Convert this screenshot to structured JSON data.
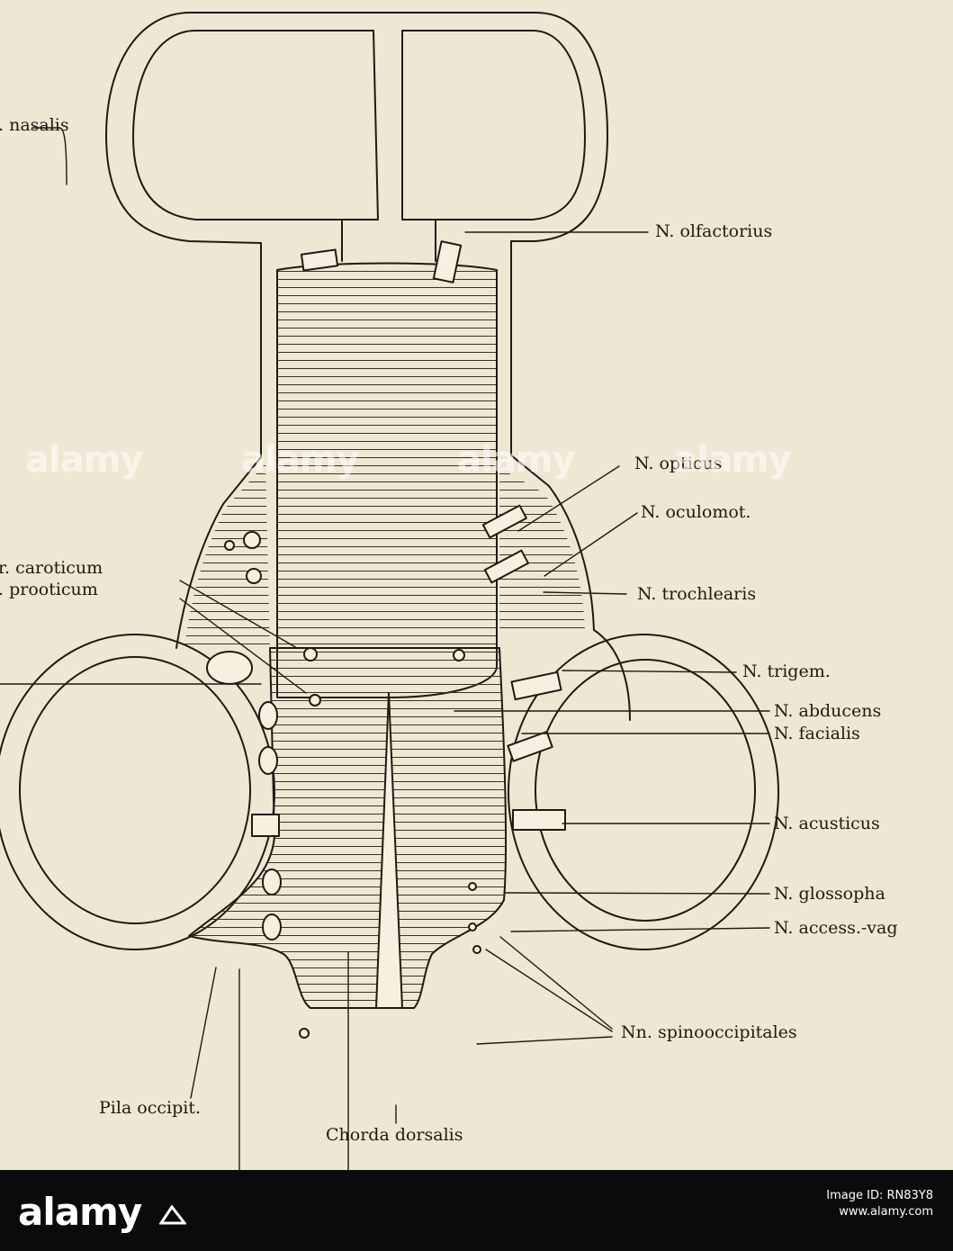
{
  "figure": {
    "labels": [
      {
        "id": "nasalis",
        "text": ". nasalis"
      },
      {
        "id": "olfactorius",
        "text": "N. olfactorius"
      },
      {
        "id": "opticus",
        "text": "N. opticus"
      },
      {
        "id": "oculomot",
        "text": "N. oculomot."
      },
      {
        "id": "caroticum",
        "text": "r. caroticum"
      },
      {
        "id": "prooticum",
        "text": ". prooticum"
      },
      {
        "id": "trochlearis",
        "text": "N. trochlearis"
      },
      {
        "id": "trigem",
        "text": "N. trigem."
      },
      {
        "id": "abducens",
        "text": "N. abducens"
      },
      {
        "id": "facialis",
        "text": "N. facialis"
      },
      {
        "id": "acusticus",
        "text": "N. acusticus"
      },
      {
        "id": "glossopha",
        "text": "N. glossopha"
      },
      {
        "id": "accessvag",
        "text": "N. access.-vag"
      },
      {
        "id": "spinooccipitales",
        "text": "Nn. spinooccipitales"
      },
      {
        "id": "pila",
        "text": "Pila occipit."
      },
      {
        "id": "chorda",
        "text": "Chorda dorsalis"
      }
    ]
  },
  "watermark": {
    "text": "alamy"
  },
  "footer": {
    "logo": "alamy",
    "image_id_label": "Image ID: RN83Y8",
    "site": "www.alamy.com"
  },
  "colors": {
    "paper": "#efe7d3",
    "ink": "#1e1a14",
    "footer": "#0b0b0b"
  }
}
